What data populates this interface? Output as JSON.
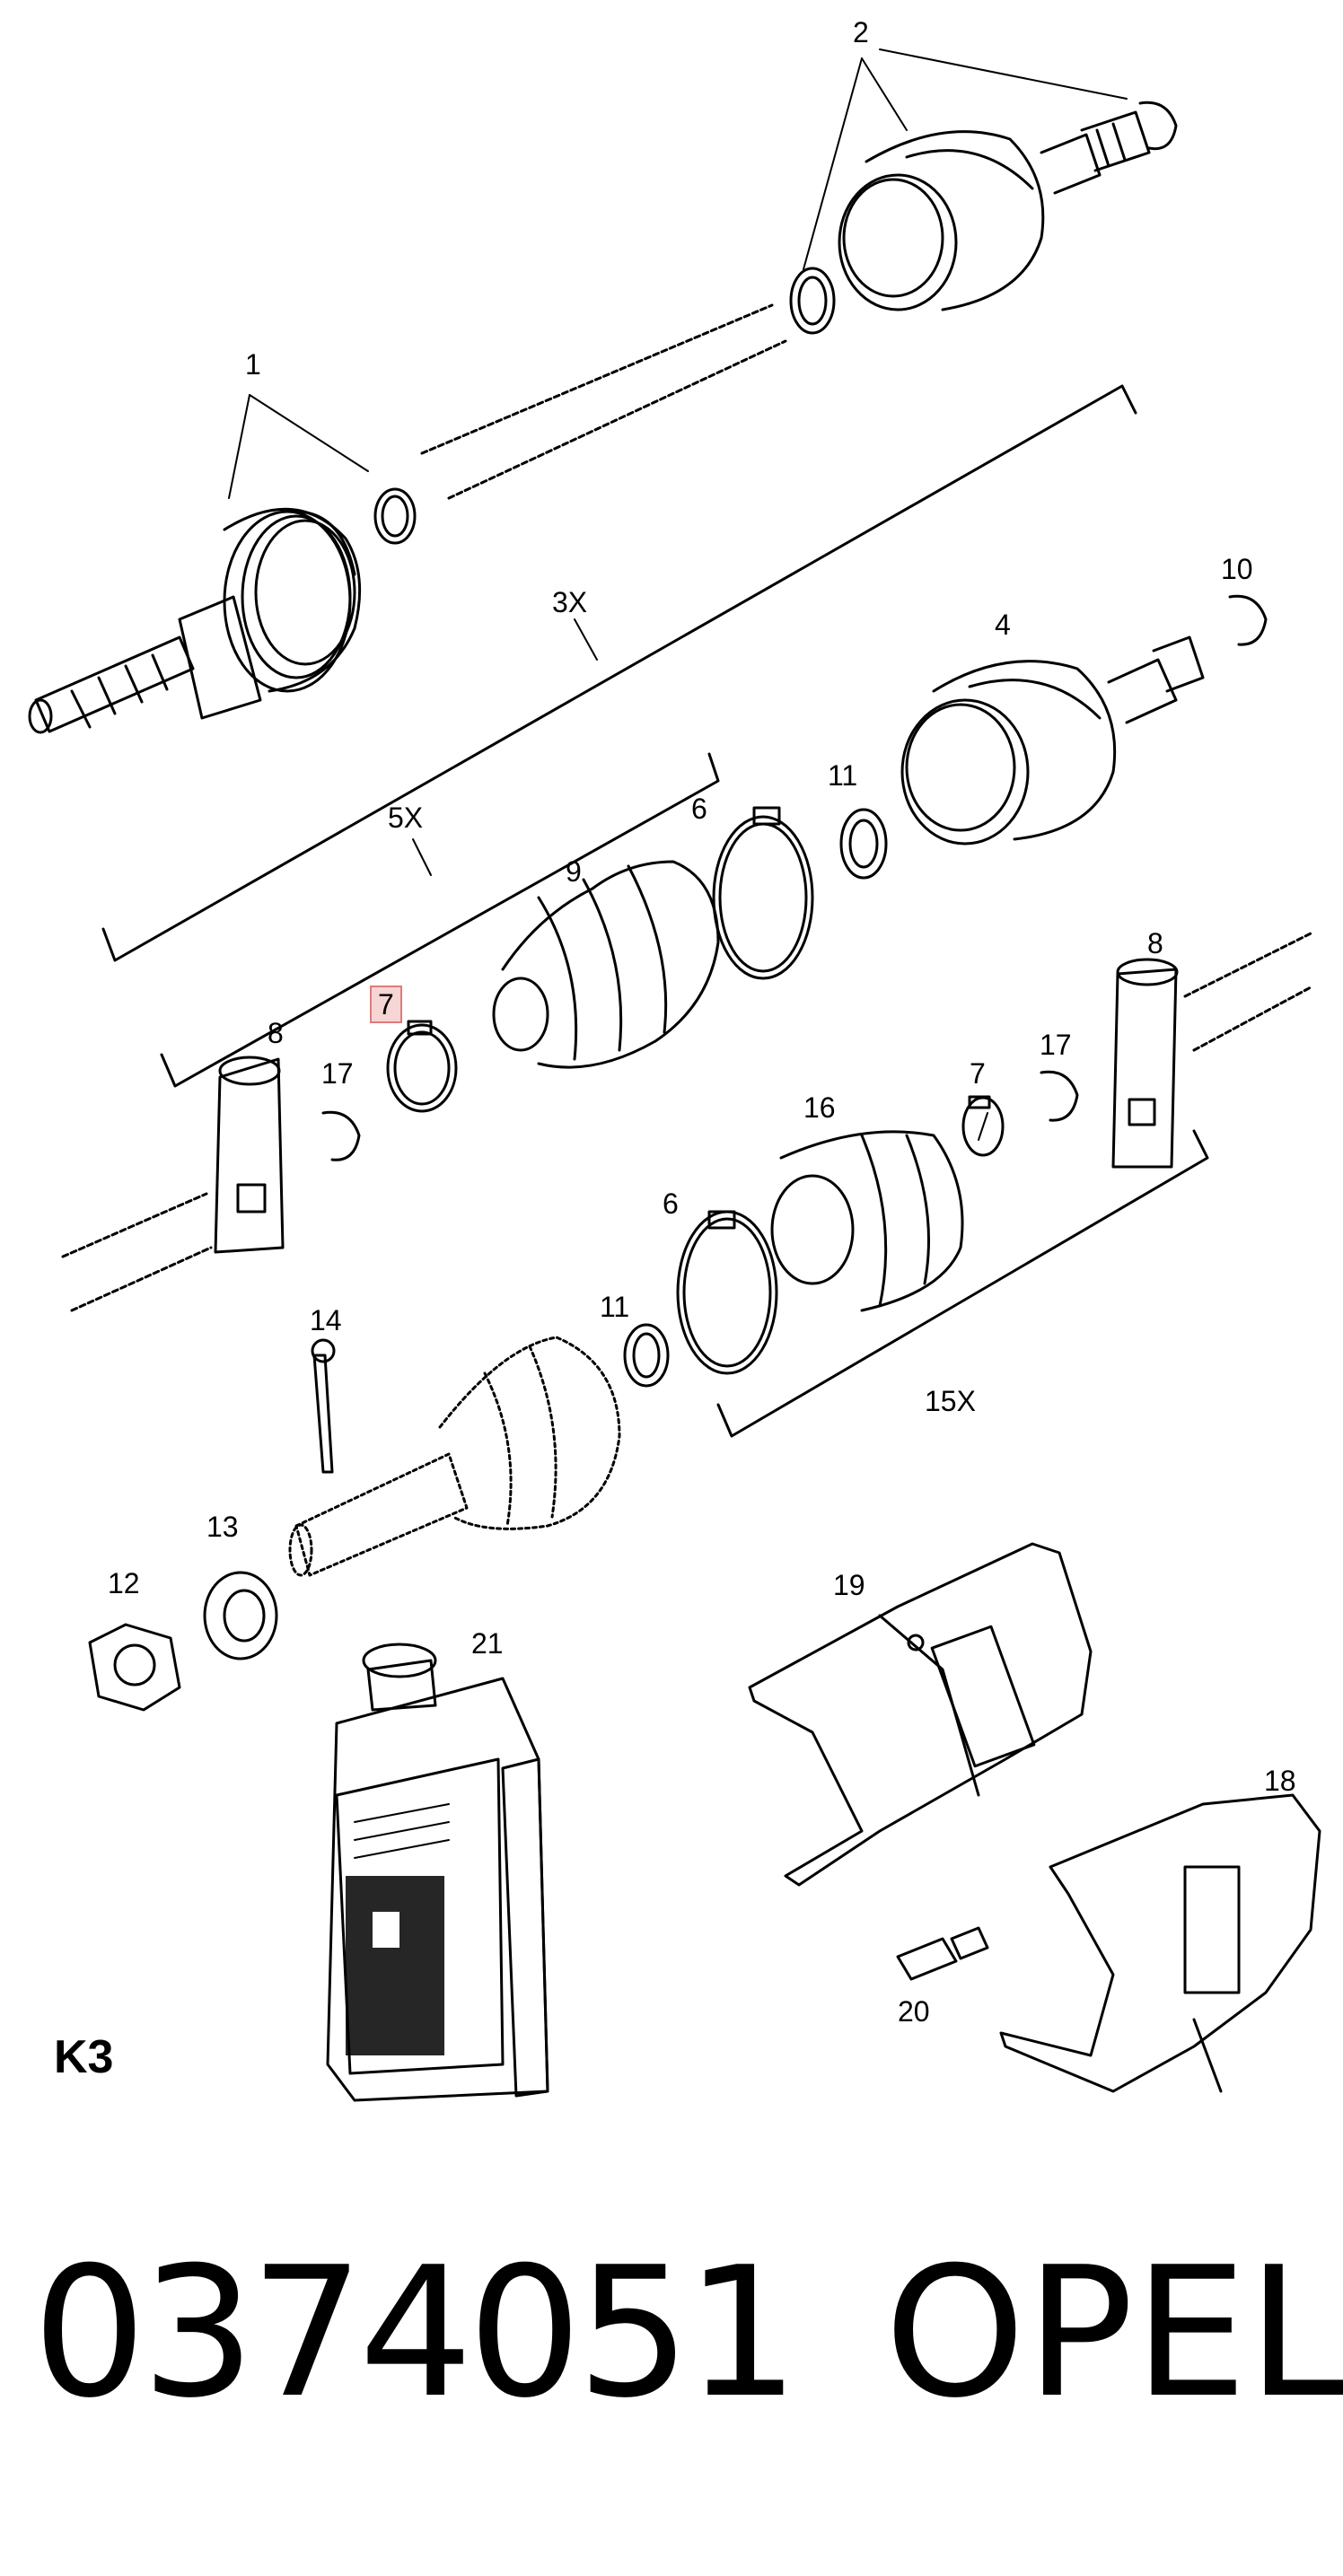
{
  "callouts": {
    "c1": "1",
    "c2": "2",
    "c3x": "3X",
    "c4": "4",
    "c5x": "5X",
    "c6a": "6",
    "c6b": "6",
    "c7a": "7",
    "c7b": "7",
    "c8a": "8",
    "c8b": "8",
    "c9": "9",
    "c10": "10",
    "c11a": "11",
    "c11b": "11",
    "c12": "12",
    "c13": "13",
    "c14": "14",
    "c15x": "15X",
    "c16": "16",
    "c17a": "17",
    "c17b": "17",
    "c18": "18",
    "c19": "19",
    "c20": "20",
    "c21": "21"
  },
  "highlighted_callout": "7",
  "sheet_code": "K3",
  "part_number": "0374051",
  "brand": "OPEL",
  "highlight_colors": {
    "fill": "#f6d5d5",
    "border": "#e07a7a"
  }
}
